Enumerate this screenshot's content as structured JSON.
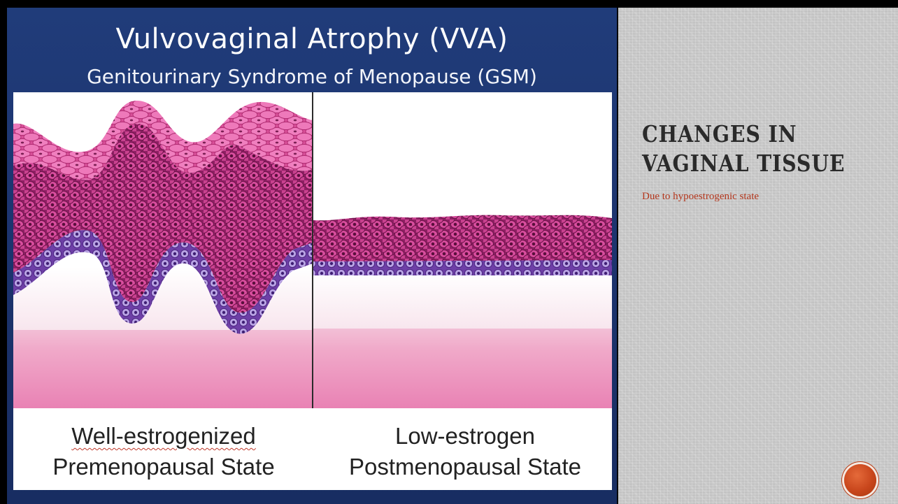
{
  "figure": {
    "title": "Vulvovaginal Atrophy (VVA)",
    "subtitle": "Genitourinary Syndrome of Menopause (GSM)",
    "captions": {
      "left_line1": "Well-estrogenized",
      "left_line2": "Premenopausal State",
      "right_line1": "Low-estrogen",
      "right_line2": "Postmenopausal State"
    }
  },
  "slide": {
    "title_line1": "CHANGES IN",
    "title_line2": "VAGINAL TISSUE",
    "subtitle": "Due to hypoestrogenic state"
  },
  "colors": {
    "figure_background": "#1d3570",
    "title_text": "#2a2a2a",
    "subtitle_text": "#b3351b",
    "accent_circle": "#c8461c"
  }
}
